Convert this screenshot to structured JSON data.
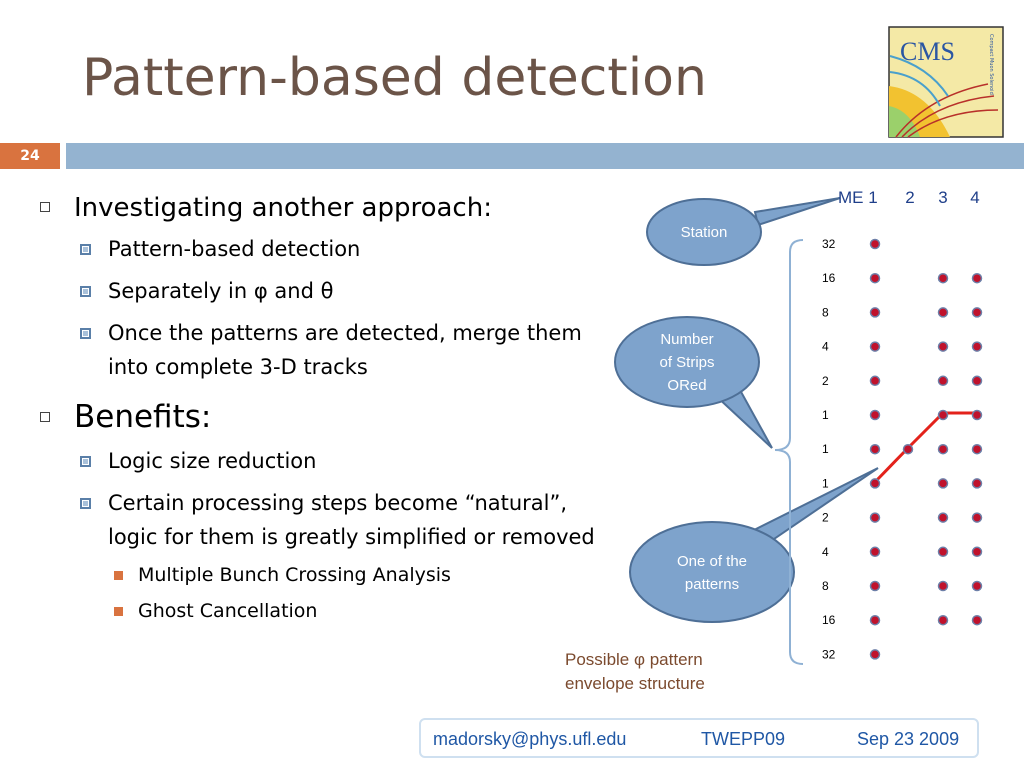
{
  "slide": {
    "title": "Pattern-based detection",
    "number": "24"
  },
  "logo": {
    "text": "CMS",
    "subtitle": "Compact Muon Solenoid"
  },
  "bullets": {
    "b1": "Investigating another approach:",
    "b1_1": "Pattern-based detection",
    "b1_2": "Separately in φ and θ",
    "b1_3": "Once the patterns are detected, merge them into complete 3-D tracks",
    "b2": "Benefits:",
    "b2_1": "Logic size reduction",
    "b2_2": "Certain processing steps become “natural”, logic for them is greatly simplified or removed",
    "b2_2_1": "Multiple Bunch Crossing Analysis",
    "b2_2_2": "Ghost Cancellation"
  },
  "diagram": {
    "station_label": "ME 1",
    "stations": [
      "2",
      "3",
      "4"
    ],
    "strip_counts": [
      "32",
      "16",
      "8",
      "4",
      "2",
      "1",
      "1",
      "1",
      "2",
      "4",
      "8",
      "16",
      "32"
    ],
    "callouts": {
      "station": "Station",
      "strips": [
        "Number",
        "of Strips",
        "ORed"
      ],
      "pattern": [
        "One of the",
        "patterns"
      ]
    },
    "colors": {
      "dot": "#c0122c",
      "pattern_line": "#e3221b",
      "callout_fill": "#7ea3cc",
      "callout_stroke": "#4e6f96"
    }
  },
  "note": "Possible φ pattern envelope structure",
  "footer": {
    "email": "madorsky@phys.ufl.edu",
    "conference": "TWEPP09",
    "date": "Sep 23 2009"
  }
}
